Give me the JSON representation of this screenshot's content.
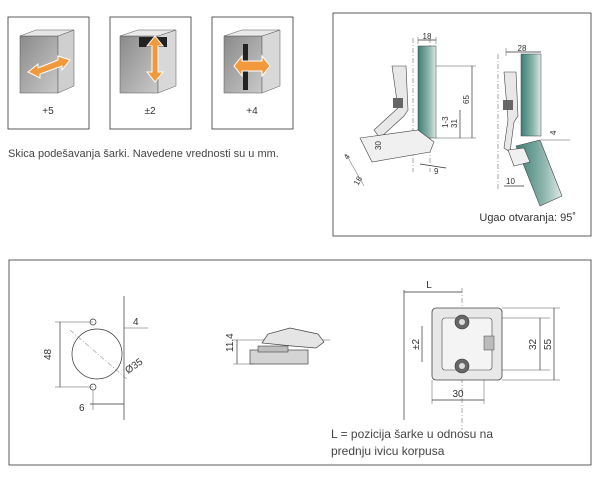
{
  "adjust_boxes": [
    {
      "icon": "depth-adjust-icon",
      "label": "+5"
    },
    {
      "icon": "height-adjust-icon",
      "label": "±2"
    },
    {
      "icon": "side-adjust-icon",
      "label": "+4"
    }
  ],
  "sketch_caption": "Skica podešavanja šarki. Navedene vrednosti su u mm.",
  "opening_angle": "Ugao otvaranja: 95˚",
  "hinge_left_dims": {
    "d18": "18",
    "d65": "65",
    "d31": "31",
    "d13": "1-3",
    "d30": "30",
    "d9": "9",
    "d4": "4",
    "d18b": "18"
  },
  "hinge_right_dims": {
    "d28": "28",
    "d4": "4",
    "d10": "10"
  },
  "cup_dims": {
    "d48": "48",
    "d4": "4",
    "d35": "Ø35",
    "d6": "6"
  },
  "side_dims": {
    "d114": "11.4"
  },
  "plate_dims": {
    "L": "L",
    "d2": "±2",
    "d32": "32",
    "d55": "55",
    "d30": "30"
  },
  "legend": {
    "line1": "L = pozicija šarke u odnosu na",
    "line2": "prednju ivicu korpusa"
  },
  "colors": {
    "accent": "#f29a3b",
    "glass": "#2f6f68",
    "panel": "#9a9a9a"
  }
}
